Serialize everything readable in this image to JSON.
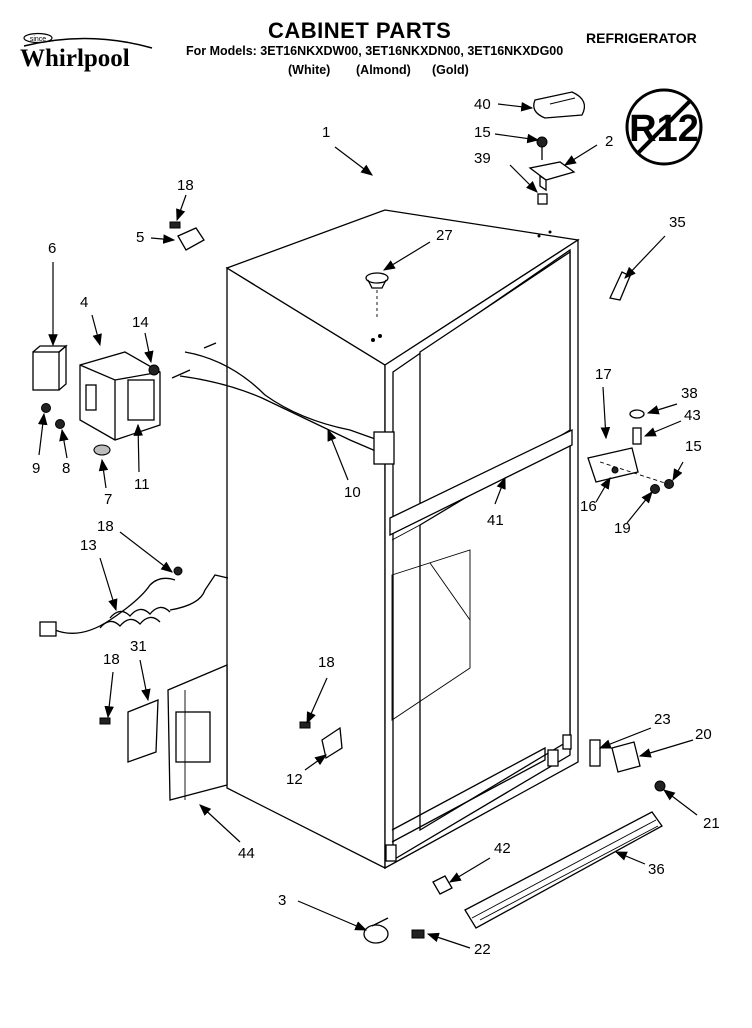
{
  "header": {
    "brand": "Whirlpool",
    "brand_badge": "since",
    "title": "CABINET PARTS",
    "section": "REFRIGERATOR",
    "models_line": "For Models: 3ET16NKXDW00, 3ET16NKXDN00, 3ET16NKXDG00",
    "colors": [
      "(White)",
      "(Almond)",
      "(Gold)"
    ]
  },
  "badge": {
    "text": "R12"
  },
  "callouts": {
    "c1": "1",
    "c2": "2",
    "c3": "3",
    "c4": "4",
    "c5": "5",
    "c6": "6",
    "c7": "7",
    "c8": "8",
    "c9": "9",
    "c10": "10",
    "c11": "11",
    "c12": "12",
    "c13": "13",
    "c14": "14",
    "c15a": "15",
    "c15b": "15",
    "c16": "16",
    "c17": "17",
    "c18a": "18",
    "c18b": "18",
    "c18c": "18",
    "c18d": "18",
    "c19": "19",
    "c20": "20",
    "c21": "21",
    "c22": "22",
    "c23": "23",
    "c27": "27",
    "c31": "31",
    "c35": "35",
    "c36": "36",
    "c38": "38",
    "c39": "39",
    "c40": "40",
    "c41": "41",
    "c42": "42",
    "c43": "43",
    "c44": "44"
  }
}
